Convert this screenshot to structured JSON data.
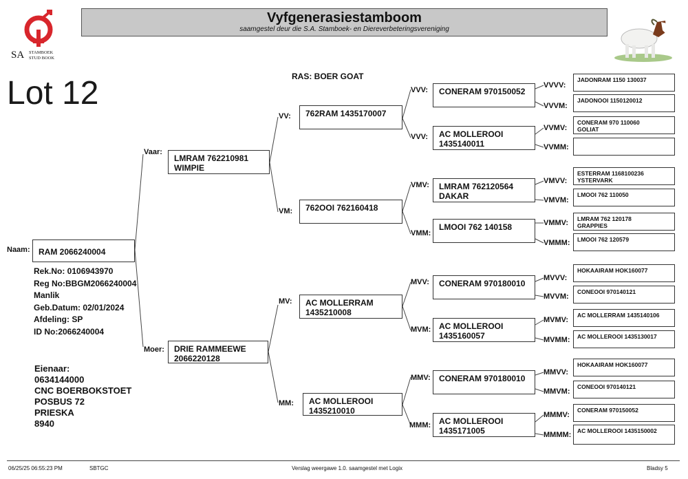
{
  "header": {
    "title": "Vyfgenerasiestamboom",
    "subtitle": "saamgestel deur die S.A. Stamboek- en Diereverbeteringsvereniging",
    "logo_prefix": "SA",
    "logo_line1": "STAMBOEK",
    "logo_line2": "STUD BOOK"
  },
  "lot": "Lot 12",
  "breed": "RAS: BOER GOAT",
  "animal": {
    "label": "Naam:",
    "name": "RAM 2066240004",
    "details": "Rek.No: 0106943970\nReg No:BBGM2066240004\nManlik\nGeb.Datum: 02/01/2024\nAfdeling: SP\nID No:2066240004"
  },
  "owner": "Eienaar:\n0634144000\nCNC BOERBOKSTOET\nPOSBUS 72\nPRIESKA\n8940",
  "parents": {
    "sire": {
      "label": "Vaar:",
      "name": "LMRAM 762210981\nWIMPIE"
    },
    "dam": {
      "label": "Moer:",
      "name": "DRIE RAMMEEWE\n2066220128"
    }
  },
  "grandparents": {
    "vv": {
      "label": "VV:",
      "name": "762RAM 1435170007"
    },
    "vm": {
      "label": "VM:",
      "name": "762OOI 762160418"
    },
    "mv": {
      "label": "MV:",
      "name": "AC MOLLERRAM\n1435210008"
    },
    "mm": {
      "label": "MM:",
      "name": "AC MOLLEROOI\n1435210010"
    }
  },
  "great_grandparents": {
    "vvv": {
      "label": "VVV:",
      "name": "CONERAM 970150052"
    },
    "vvm": {
      "label": "VVV:",
      "name": "AC MOLLEROOI\n1435140011"
    },
    "vmv": {
      "label": "VMV:",
      "name": "LMRAM 762120564\nDAKAR"
    },
    "vmm": {
      "label": "VMM:",
      "name": "LMOOI 762 140158"
    },
    "mvv": {
      "label": "MVV:",
      "name": "CONERAM 970180010"
    },
    "mvm": {
      "label": "MVM:",
      "name": "AC MOLLEROOI\n1435160057"
    },
    "mmv": {
      "label": "MMV:",
      "name": "CONERAM 970180010"
    },
    "mmm": {
      "label": "MMM:",
      "name": "AC MOLLEROOI\n1435171005"
    }
  },
  "gg_grandparents": {
    "vvvv": {
      "label": "VVVV:",
      "name": "JADONRAM 1150 130037"
    },
    "vvvm": {
      "label": "VVVM:",
      "name": "JADONOOI 1150120012"
    },
    "vvmv": {
      "label": "VVMV:",
      "name": "CONERAM 970 110060\nGOLIAT"
    },
    "vvmm": {
      "label": "VVMM:",
      "name": ""
    },
    "vmvv": {
      "label": "VMVV:",
      "name": "ESTERRAM 1168100236\nYSTERVARK"
    },
    "vmvm": {
      "label": "VMVM:",
      "name": "LMOOI 762 110050"
    },
    "vmmv": {
      "label": "VMMV:",
      "name": "LMRAM 762 120178\nGRAPPIES"
    },
    "vmmm": {
      "label": "VMMM:",
      "name": "LMOOI 762 120579"
    },
    "mvvv": {
      "label": "MVVV:",
      "name": "HOKAAIRAM HOK160077"
    },
    "mvvm": {
      "label": "MVVM:",
      "name": "CONEOOI 970140121"
    },
    "mvmv": {
      "label": "MVMV:",
      "name": "AC MOLLERRAM 1435140106"
    },
    "mvmm": {
      "label": "MVMM:",
      "name": "AC MOLLEROOI 1435130017"
    },
    "mmvv": {
      "label": "MMVV:",
      "name": "HOKAAIRAM HOK160077"
    },
    "mmvm": {
      "label": "MMVM:",
      "name": "CONEOOI 970140121"
    },
    "mmmv": {
      "label": "MMMV:",
      "name": "CONERAM 970150052"
    },
    "mmmm": {
      "label": "MMMM:",
      "name": "AC MOLLEROOI 1435150002"
    }
  },
  "footer": {
    "datetime": "06/25/25 06:55:23 PM",
    "code": "SBTGC",
    "version": "Verslag weergawe 1.0. saamgestel met Logix",
    "page": "Bladsy 5"
  },
  "colors": {
    "logo_red": "#d8262c",
    "title_bar": "#c8c8c8",
    "lines": "#444444"
  },
  "icons": {
    "logo": "sa-studbook-logo",
    "goat": "boer-goat-image"
  }
}
